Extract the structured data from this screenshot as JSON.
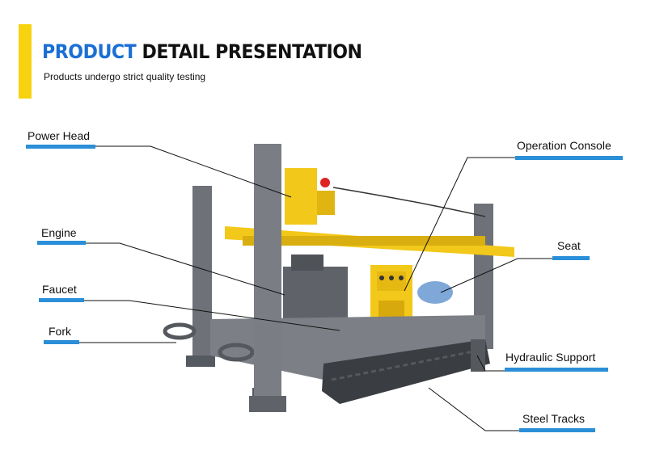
{
  "header": {
    "title_part1": "PRODUCT",
    "title_part2": "DETAIL PRESENTATION",
    "subtitle": "Products undergo strict quality testing"
  },
  "labels": {
    "power_head": "Power Head",
    "engine": "Engine",
    "faucet": "Faucet",
    "fork": "Fork",
    "operation_console": "Operation Console",
    "seat": "Seat",
    "hydraulic_support": "Hydraulic Support",
    "steel_tracks": "Steel Tracks"
  },
  "colors": {
    "accent": "#f7d20f",
    "title_blue": "#1a6fd4",
    "underline": "#2a8fd8",
    "machine_grey": "#6e7278",
    "machine_yellow": "#f2c81a"
  }
}
